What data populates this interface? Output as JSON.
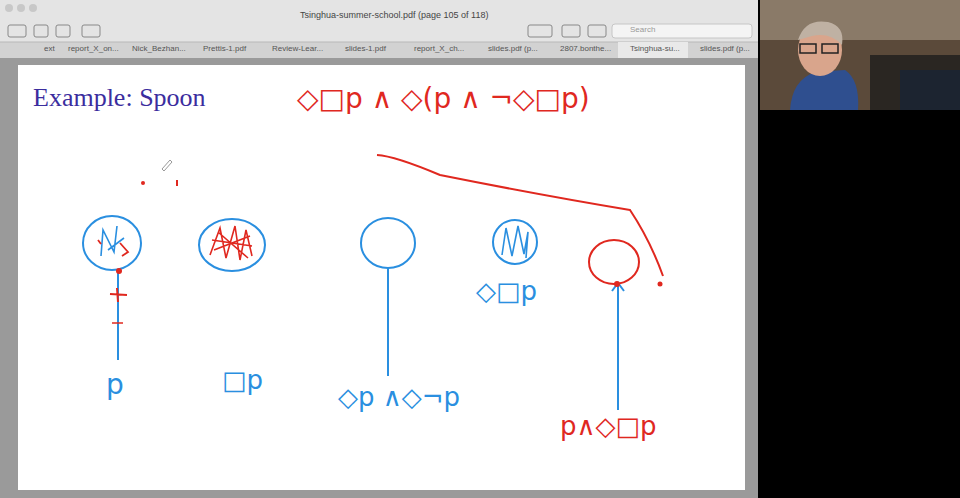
{
  "diagram": {
    "title": "Example: Spoon",
    "labels": [
      "Tsinghua-summer-school.pdf (page 105 of 118)",
      "ext",
      "report_X_on...",
      "Nick_Bezhan...",
      "Prettis-1.pdf",
      "Review-Lear...",
      "slides-1.pdf",
      "report_X_ch...",
      "slides.pdf (p...",
      "2807.bonthe...",
      "Tsinghua-su...",
      "slides.pdf (p...",
      "Search",
      "◇□p ∧ ◇(p ∧ ¬◇□p)",
      "p",
      "□p",
      "◇p ∧◇¬p",
      "◇□p",
      "p∧◇□p"
    ]
  }
}
